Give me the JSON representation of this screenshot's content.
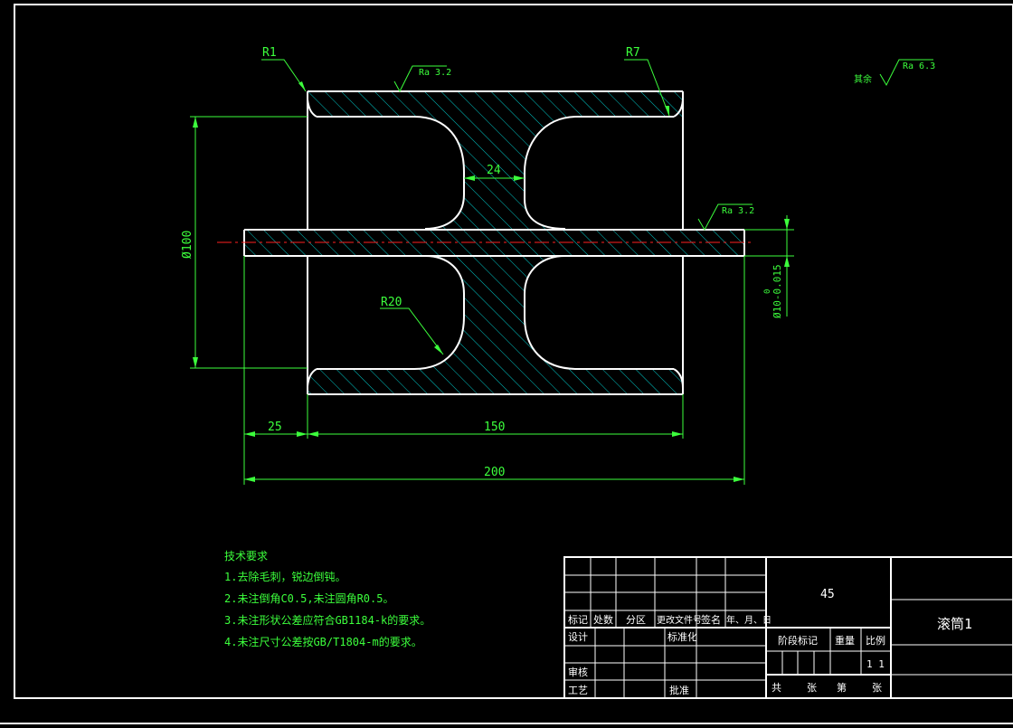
{
  "drawing": {
    "dimensions": {
      "r1": "R1",
      "r7": "R7",
      "r20": "R20",
      "web_width": "24",
      "dia_outer": "Ø100",
      "dia_shaft": "Ø10-0.015",
      "dia_shaft_upper_tol": "0",
      "len_25": "25",
      "len_150": "150",
      "len_200": "200"
    },
    "roughness": {
      "top": "Ra 3.2",
      "shaft": "Ra 3.2",
      "rest_label": "其余",
      "rest_value": "Ra 6.3"
    },
    "colors": {
      "outline": "#ffffff",
      "dimension": "#3cff3c",
      "hatch": "#00c8c8",
      "centerline": "#ff2020",
      "background": "#000000"
    }
  },
  "notes": {
    "title": "技术要求",
    "items": [
      "1.去除毛刺，锐边倒钝。",
      "2.未注倒角C0.5,未注圆角R0.5。",
      "3.未注形状公差应符合GB1184-k的要求。",
      "4.未注尺寸公差按GB/T1804-m的要求。"
    ]
  },
  "title_block": {
    "material": "45",
    "part_name": "滚筒1",
    "header": [
      "标记",
      "处数",
      "分区",
      "更改文件号",
      "签名",
      "年、月、日"
    ],
    "roles": {
      "design": "设计",
      "standardize": "标准化",
      "review": "审核",
      "process": "工艺",
      "approve": "批准"
    },
    "stage_mark": "阶段标记",
    "weight": "重量",
    "scale": "比例",
    "scale_value": "1 1",
    "sheet": {
      "total": "共",
      "sheets_a": "张",
      "page": "第",
      "sheets_b": "张"
    }
  }
}
